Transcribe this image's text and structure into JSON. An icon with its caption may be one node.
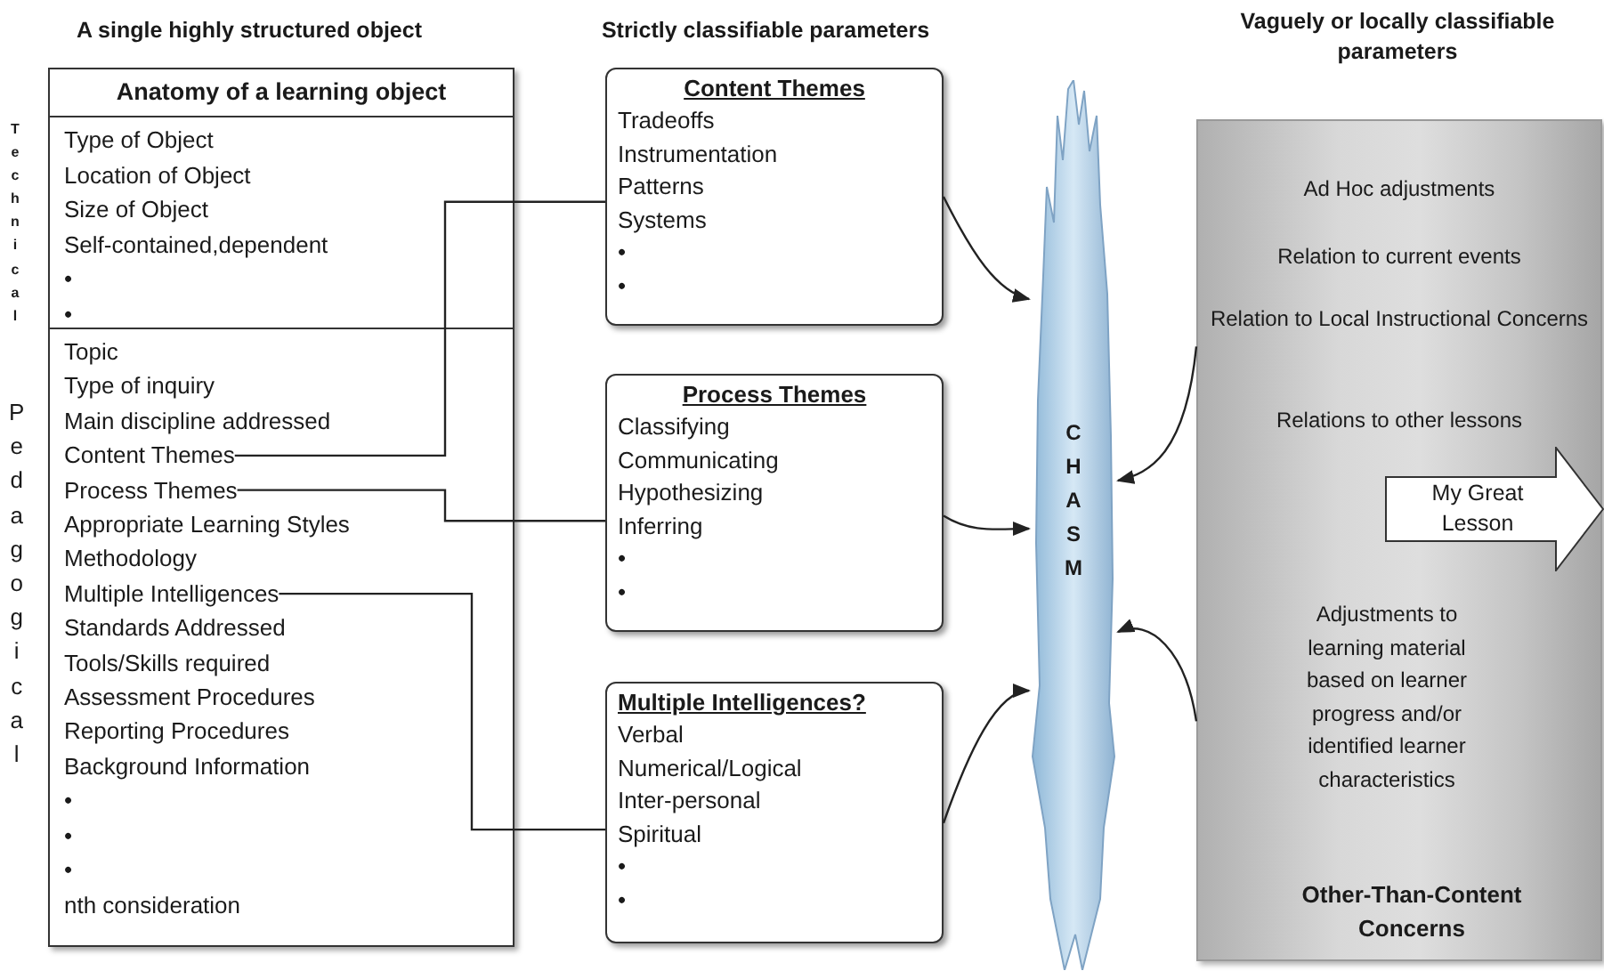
{
  "diagram": {
    "nodes": [
      {
        "text": [
          "Anatomy of a learning object"
        ]
      },
      {
        "text": [
          "Type of Object",
          "Location of Object",
          "Size of Object",
          "Self-contained,dependent",
          "•",
          "•"
        ],
        "in": 0
      },
      {
        "text": [
          "Topic",
          "Type of inquiry",
          "Main discipline addressed",
          "Appropriate Learning Styles",
          "Methodology",
          "Standards Addressed",
          "Tools/Skills required",
          "Assessment Procedures",
          "Reporting Procedures",
          "Background Information",
          "•",
          "•",
          "•",
          "nth consideration"
        ],
        "in": 0
      },
      {
        "text": [
          "Content Themes"
        ],
        "in": 2
      },
      {
        "text": [
          "Process Themes"
        ],
        "in": 2
      },
      {
        "text": [
          "Multiple Intelligences"
        ],
        "in": 2
      },
      {
        "text": [
          "Content Themes",
          "Tradeoffs",
          "Instrumentation",
          "Patterns",
          "Systems",
          "•",
          "•"
        ]
      },
      {
        "text": [
          "Process Themes",
          "Classifying",
          "Communicating",
          "Hypothesizing",
          "Inferring",
          "•",
          "•"
        ]
      },
      {
        "text": [
          "Multiple Intelligences?",
          "Verbal",
          "Numerical/Logical",
          "Inter-personal",
          "Spiritual",
          "•",
          "•"
        ]
      },
      {
        "text": [
          "CHASM"
        ]
      },
      {
        "text": [
          "Ad Hoc adjustments",
          "Relation to current events",
          "Relation to Local Instructional Concerns",
          "Relations to other lessons",
          "Adjustments to learning material based on learner progress and/or identified learner characteristics",
          "Other-Than-Content Concerns"
        ]
      },
      {
        "text": [
          "My Great Lesson"
        ],
        "in": 10
      }
    ],
    "edges": [
      {
        "from": 3,
        "to": 6,
        "arrow": "none"
      },
      {
        "from": 4,
        "to": 7,
        "arrow": "none"
      },
      {
        "from": 5,
        "to": 8,
        "arrow": "none"
      },
      {
        "from": 6,
        "to": 9,
        "arrow": "to"
      },
      {
        "from": 7,
        "to": 9,
        "arrow": "to"
      },
      {
        "from": 8,
        "to": 9,
        "arrow": "to"
      },
      {
        "from": 10,
        "to": 9,
        "arrow": "to"
      },
      {
        "from": 10,
        "to": 9,
        "arrow": "to"
      }
    ],
    "labels": [
      "A single highly structured object",
      "Strictly classifiable parameters",
      "Vaguely or locally classifiable parameters",
      "Technical",
      "Pedagogical"
    ]
  }
}
